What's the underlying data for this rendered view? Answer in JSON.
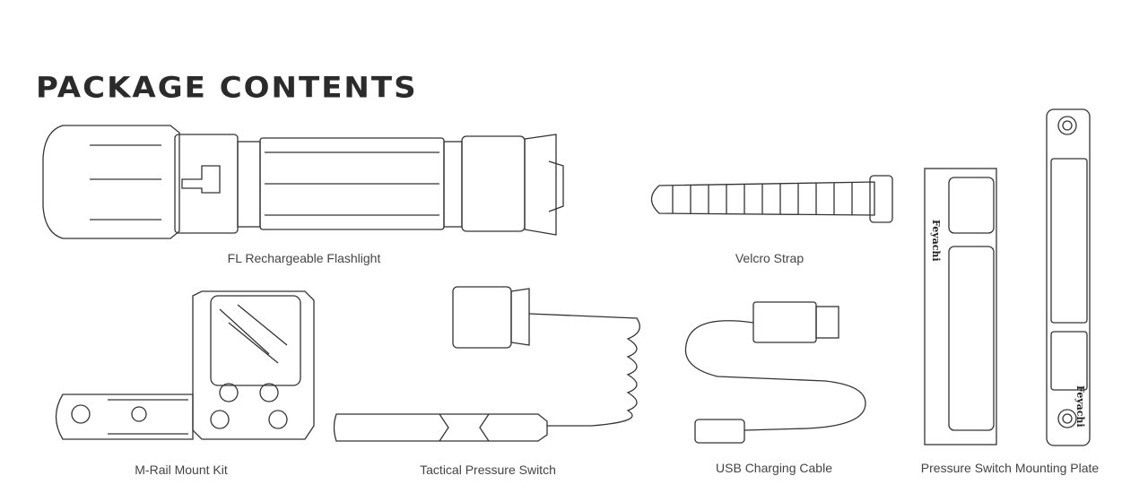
{
  "title": "PACKAGE CONTENTS",
  "brand": "Feyachi",
  "items": [
    {
      "label": "FL Rechargeable Flashlight"
    },
    {
      "label": "Velcro Strap"
    },
    {
      "label": "M-Rail Mount Kit"
    },
    {
      "label": "Tactical Pressure Switch"
    },
    {
      "label": "USB Charging Cable"
    },
    {
      "label": "Pressure Switch Mounting Plate"
    }
  ]
}
